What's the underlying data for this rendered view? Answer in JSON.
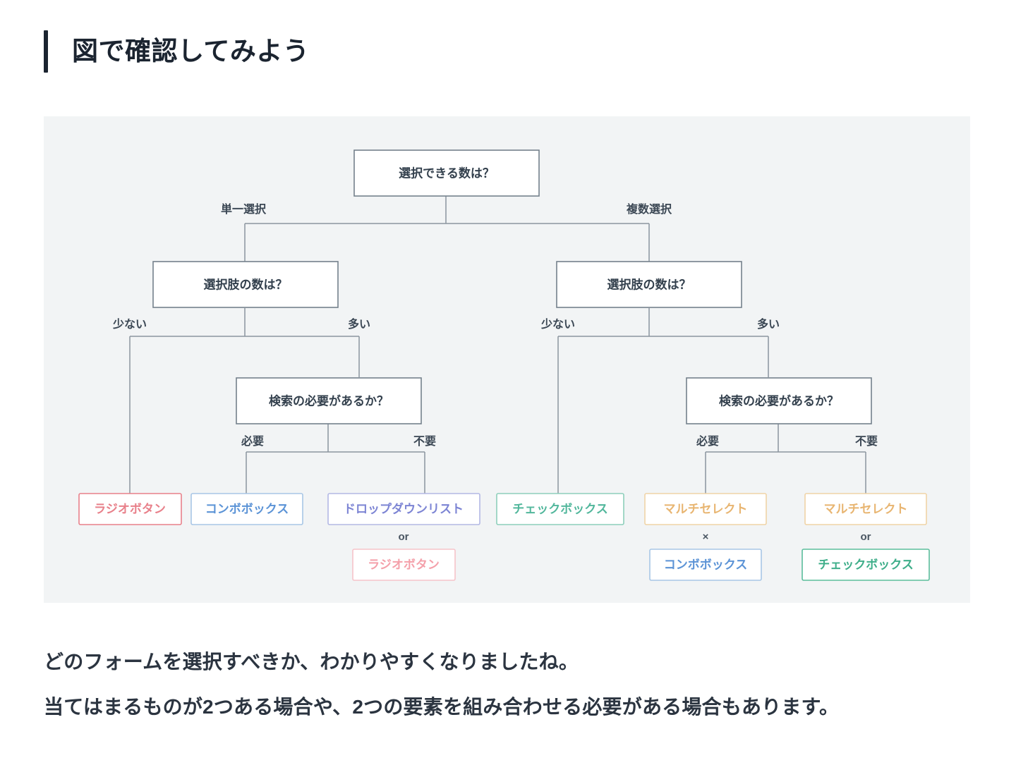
{
  "heading": {
    "text": "図で確認してみよう"
  },
  "figure": {
    "background": "#f2f4f5",
    "nodes": {
      "root": "選択できる数は？",
      "left_count": "選択肢の数は？",
      "right_count": "選択肢の数は？",
      "left_search": "検索の必要があるか？",
      "right_search": "検索の必要があるか？"
    },
    "edge_labels": {
      "single": "単一選択",
      "multiple": "複数選択",
      "few_left": "少ない",
      "many_left": "多い",
      "few_right": "少ない",
      "many_right": "多い",
      "need_left": "必要",
      "no_need_left": "不要",
      "need_right": "必要",
      "no_need_right": "不要"
    },
    "connectors": {
      "or_left": "or",
      "times_right": "×",
      "or_right": "or"
    },
    "leaves": [
      {
        "id": "radio-1",
        "label": "ラジオボタン",
        "color": "#e8808a"
      },
      {
        "id": "combobox-1",
        "label": "コンボボックス",
        "color": "#5b93d6"
      },
      {
        "id": "dropdown-1",
        "label": "ドロップダウンリスト",
        "color": "#7d85d4"
      },
      {
        "id": "radio-2",
        "label": "ラジオボタン",
        "color": "#f4a0aa"
      },
      {
        "id": "checkbox-1",
        "label": "チェックボックス",
        "color": "#52b79c"
      },
      {
        "id": "multiselect-1",
        "label": "マルチセレクト",
        "color": "#e8b571"
      },
      {
        "id": "combobox-2",
        "label": "コンボボックス",
        "color": "#5b93d6"
      },
      {
        "id": "multiselect-2",
        "label": "マルチセレクト",
        "color": "#e8b571"
      },
      {
        "id": "checkbox-2",
        "label": "チェックボックス",
        "color": "#3fae8a"
      }
    ]
  },
  "body": {
    "paragraph_1": "どのフォームを選択すべきか、わかりやすくなりましたね。",
    "paragraph_2": "当てはまるものが2つある場合や、2つの要素を組み合わせる必要がある場合もあります。"
  }
}
